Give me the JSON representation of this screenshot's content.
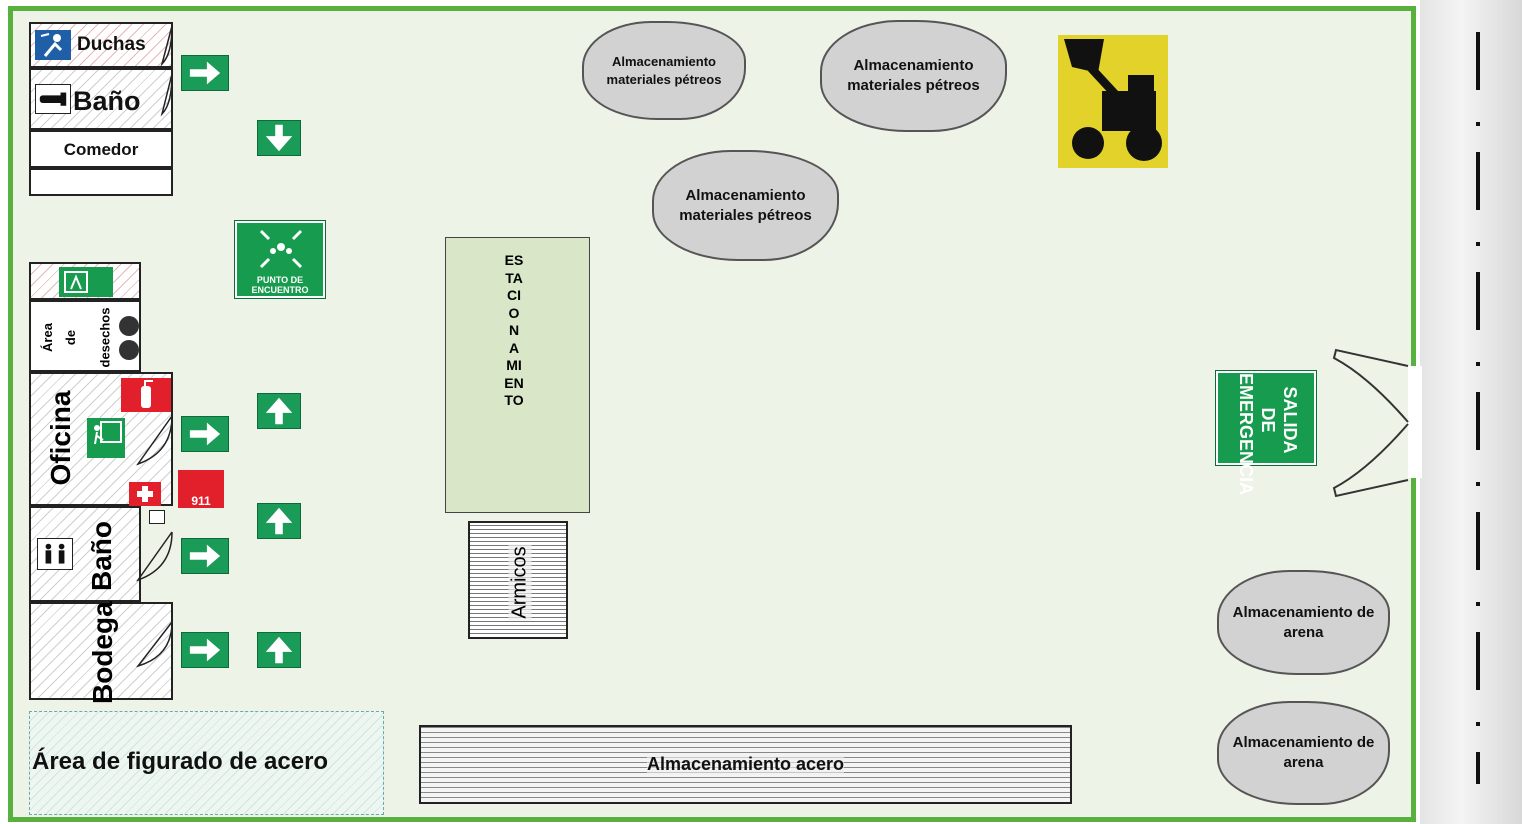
{
  "rooms": {
    "duchas": "Duchas",
    "bano_top": "Baño",
    "comedor": "Comedor",
    "area_desechos": [
      "Área",
      "de",
      "desechos"
    ],
    "oficina": "Oficina",
    "bano_bottom": "Baño",
    "bodega": "Bodega"
  },
  "signs": {
    "punto_encuentro": "PUNTO DE ENCUENTRO",
    "salida_emergencia": "SALIDA DE EMERGENCIA",
    "emergency_number": "911"
  },
  "zones": {
    "estacionamiento": "ESTACIONAMIENTO",
    "armicos": "Armicos",
    "figurado_acero": "Área de figurado de acero",
    "almacenamiento_acero": "Almacenamiento acero"
  },
  "storage": {
    "petreos_1": "Almacenamiento materiales pétreos",
    "petreos_2": "Almacenamiento materiales pétreos",
    "petreos_3": "Almacenamiento materiales pétreos",
    "arena_1": "Almacenamiento de arena",
    "arena_2": "Almacenamiento de arena"
  },
  "icons": [
    "shower-icon",
    "toilet-icon",
    "exit-sign-icon",
    "trash-bin-icon",
    "fire-extinguisher-icon",
    "first-aid-icon",
    "loader-truck-icon",
    "assembly-point-icon",
    "arrow-right-icon",
    "arrow-down-icon",
    "arrow-up-icon"
  ],
  "colors": {
    "site_border": "#5ab03f",
    "site_fill": "#eef3e8",
    "sign_green": "#179c4f",
    "storage_gray": "#d2d2d2",
    "loader_yellow": "#e3d22a",
    "parking_fill": "#d9e6c7"
  }
}
